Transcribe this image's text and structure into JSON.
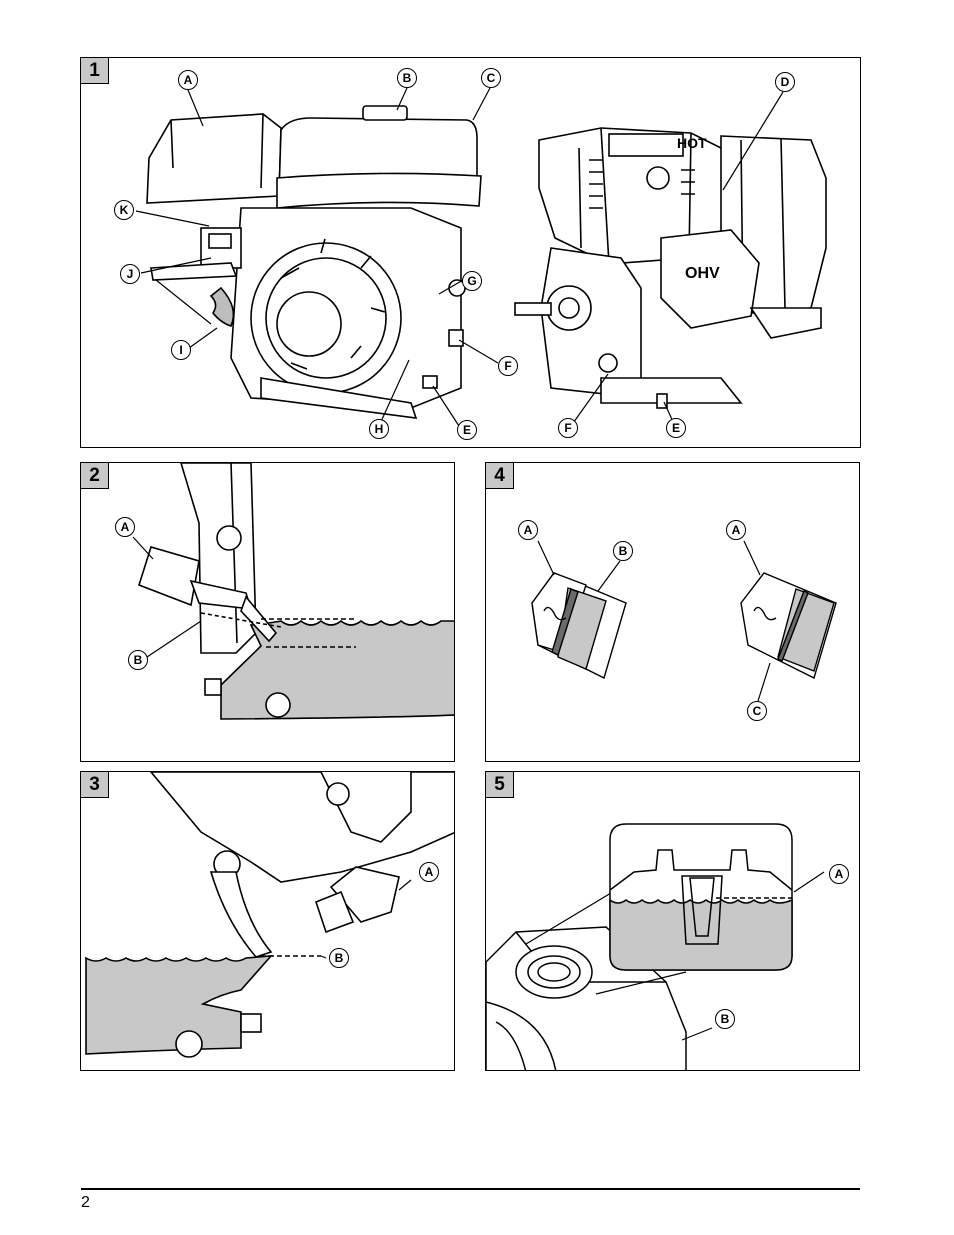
{
  "figures": [
    {
      "number": "1",
      "callouts": [
        "A",
        "B",
        "C",
        "D",
        "K",
        "J",
        "G",
        "I",
        "F",
        "H",
        "E",
        "F",
        "E"
      ],
      "embossed_text": [
        "HOT",
        "OHV"
      ]
    },
    {
      "number": "2",
      "callouts": [
        "A",
        "B"
      ]
    },
    {
      "number": "3",
      "callouts": [
        "A",
        "B"
      ]
    },
    {
      "number": "4",
      "callouts": [
        "A",
        "B",
        "A",
        "C"
      ]
    },
    {
      "number": "5",
      "callouts": [
        "A",
        "B"
      ]
    }
  ],
  "footer": {
    "page_number": "2"
  },
  "colors": {
    "fluid": "#c8c8c8",
    "line": "#000000",
    "tag": "#c8c8c8"
  }
}
